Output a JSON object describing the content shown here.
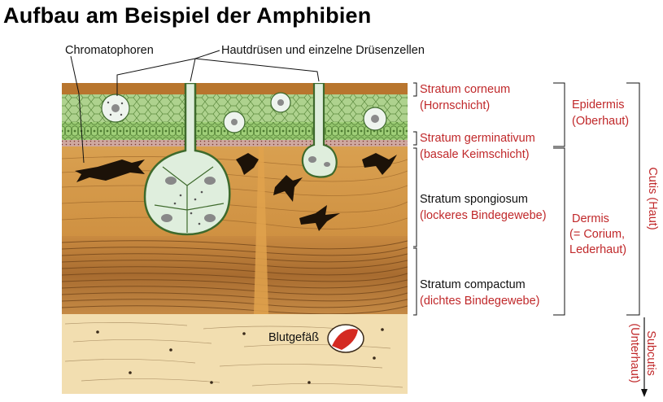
{
  "title": "Aufbau am Beispiel der Amphibien",
  "labels": {
    "chromatophoren": "Chromatophoren",
    "hautdruesen": "Hautdrüsen und einzelne Drüsenzellen",
    "blutgefaess": "Blutgefäß"
  },
  "layers": {
    "corneum": "Stratum corneum",
    "corneum_de": "(Hornschicht)",
    "germinativum": "Stratum germinativum",
    "germinativum_de": "(basale Keimschicht)",
    "spongiosum": "Stratum spongiosum",
    "spongiosum_de": "(lockeres Bindegewebe)",
    "compactum": "Stratum compactum",
    "compactum_de": "(dichtes Bindegewebe)"
  },
  "groups": {
    "epidermis": "Epidermis",
    "epidermis_de": "(Oberhaut)",
    "dermis": "Dermis",
    "dermis_de1": "(= Corium,",
    "dermis_de2": "Lederhaut)",
    "cutis": "Cutis (Haut)",
    "subcutis": "Subcutis",
    "subcutis_de": "(Unterhaut)"
  },
  "colors": {
    "accent_red": "#c0282a",
    "corneum": "#b8752e",
    "epidermis_green": "#a9cf88",
    "germ_green": "#8fc26a",
    "spongiosum": "#d59a45",
    "compactum": "#b47636",
    "subcutis": "#f2deb0"
  }
}
